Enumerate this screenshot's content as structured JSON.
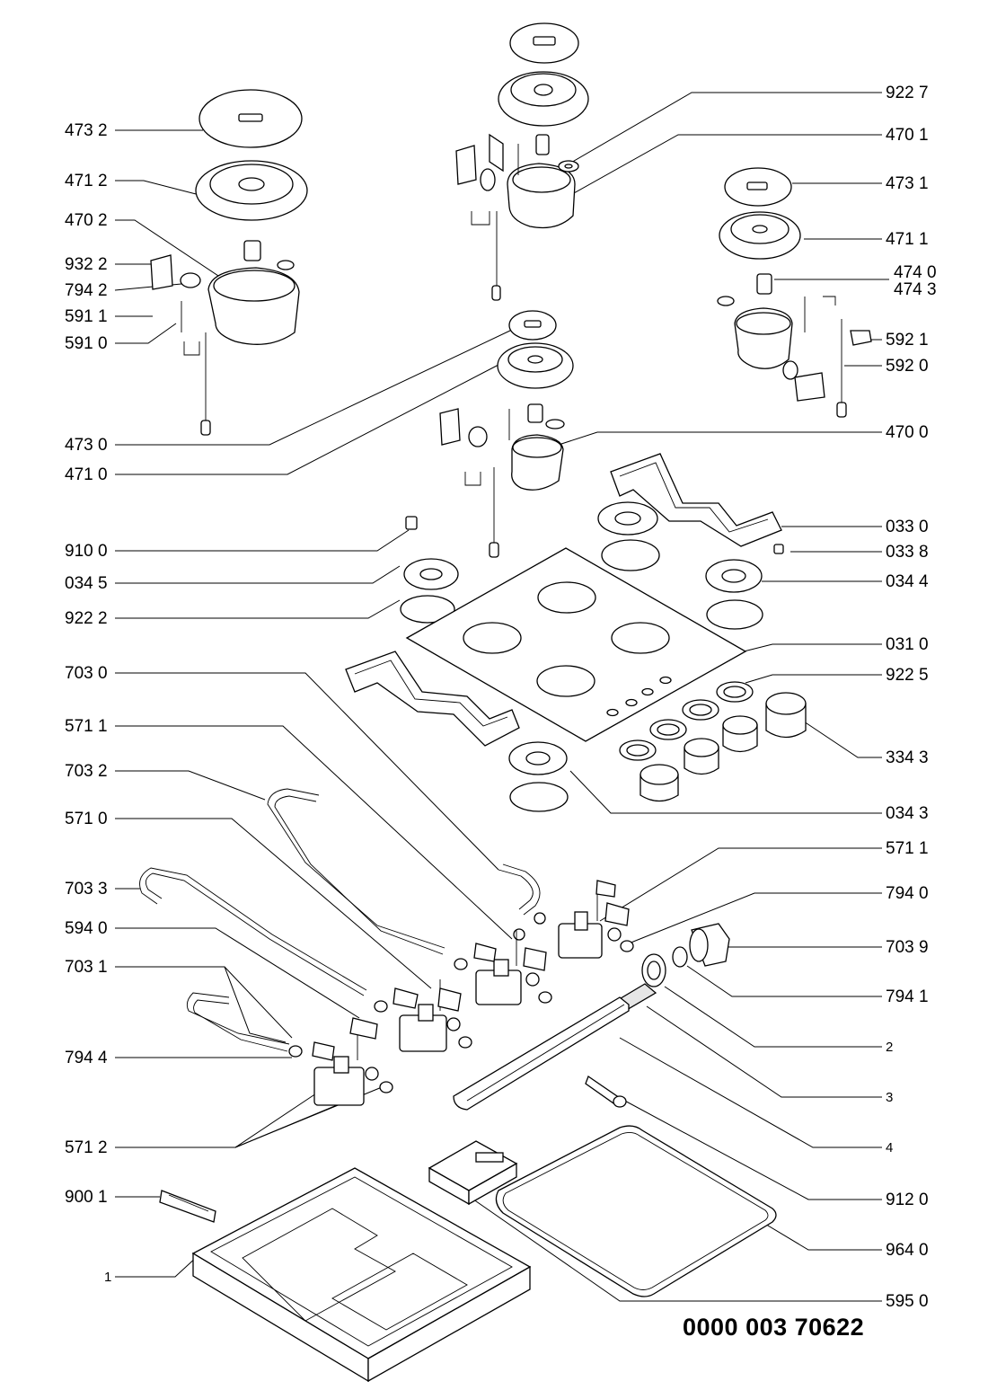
{
  "document_code": "0000 003 70622",
  "labels": {
    "l_473_2": "473 2",
    "l_471_2": "471 2",
    "l_470_2": "470 2",
    "l_932_2": "932 2",
    "l_794_2": "794 2",
    "l_591_1": "591 1",
    "l_591_0": "591 0",
    "l_473_0": "473 0",
    "l_471_0": "471 0",
    "l_910_0": "910 0",
    "l_034_5": "034 5",
    "l_922_2": "922 2",
    "l_703_0": "703 0",
    "l_571_1_left": "571 1",
    "l_703_2": "703 2",
    "l_571_0": "571 0",
    "l_703_3": "703 3",
    "l_594_0": "594 0",
    "l_703_1": "703 1",
    "l_794_4": "794 4",
    "l_571_2": "571 2",
    "l_900_1": "900 1",
    "l_1": "1",
    "l_922_7": "922 7",
    "l_470_1": "470 1",
    "l_473_1": "473 1",
    "l_471_1": "471 1",
    "l_474_0": "474 0",
    "l_474_3": "474 3",
    "l_592_1": "592 1",
    "l_592_0": "592 0",
    "l_470_0": "470 0",
    "l_033_0": "033 0",
    "l_033_8": "033 8",
    "l_034_4": "034 4",
    "l_031_0": "031 0",
    "l_922_5": "922 5",
    "l_334_3": "334 3",
    "l_034_3": "034 3",
    "l_571_1_right": "571 1",
    "l_794_0": "794 0",
    "l_703_9": "703 9",
    "l_794_1": "794 1",
    "l_2": "2",
    "l_3": "3",
    "l_4": "4",
    "l_912_0": "912 0",
    "l_964_0": "964 0",
    "l_595_0": "595 0"
  }
}
